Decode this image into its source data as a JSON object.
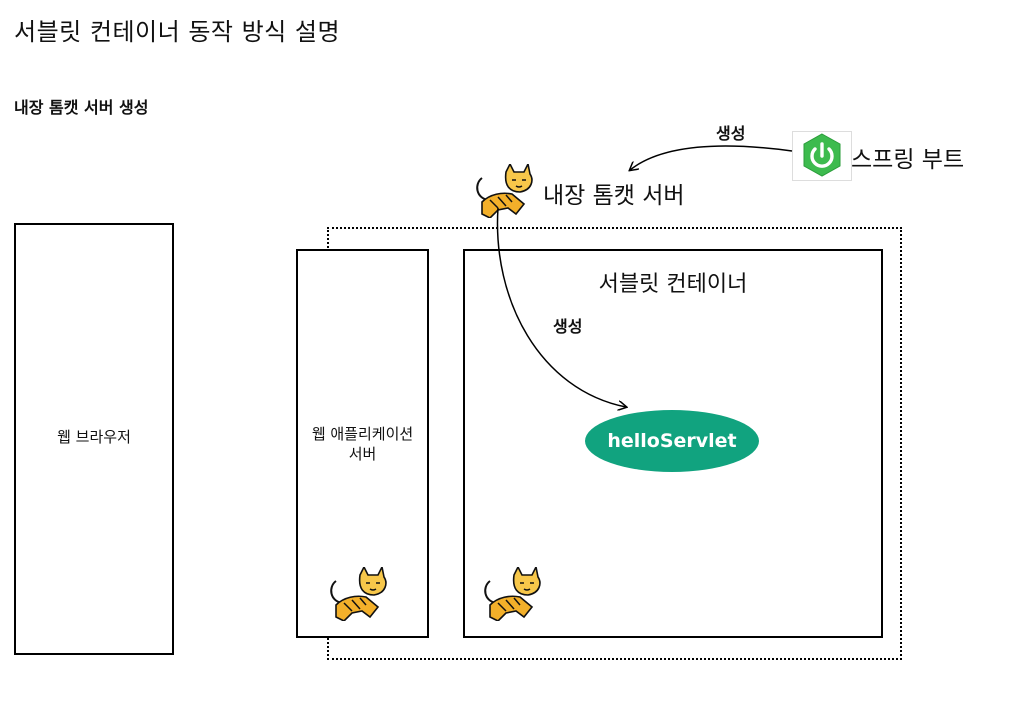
{
  "page_title": "서블릿 컨테이너 동작 방식 설명",
  "section_title": "내장 톰캣 서버 생성",
  "browser": {
    "label": "웹 브라우저"
  },
  "was": {
    "label_line1": "웹 애플리케이션",
    "label_line2": "서버"
  },
  "servlet_container": {
    "title": "서블릿 컨테이너"
  },
  "servlet": {
    "label": "helloServlet",
    "color": "#11a37f"
  },
  "embedded_tomcat": {
    "label": "내장 톰캣 서버",
    "icon": "tomcat-icon"
  },
  "spring_boot": {
    "label": "스프링 부트",
    "icon": "spring-boot-icon",
    "color": "#2db84d"
  },
  "arrows": {
    "spring_to_tomcat_label": "생성",
    "tomcat_to_servlet_label": "생성"
  }
}
